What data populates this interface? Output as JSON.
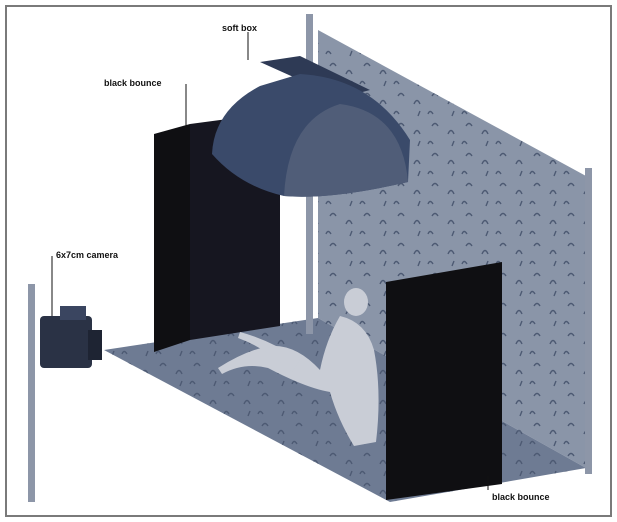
{
  "labels": {
    "soft_box": "soft box",
    "black_bounce_left": "black bounce",
    "camera": "6x7cm camera",
    "black_bounce_right": "black bounce"
  },
  "colors": {
    "frame": "#7a7a7a",
    "backdrop": "#8a95a8",
    "floor": "#6e7b93",
    "texture": "#4d5a73",
    "flat": "#0f0f12",
    "softbox": "#3a4a6a",
    "softbox_front": "#505d78",
    "stand": "#8d96a8",
    "model": "#c9cdd6"
  }
}
